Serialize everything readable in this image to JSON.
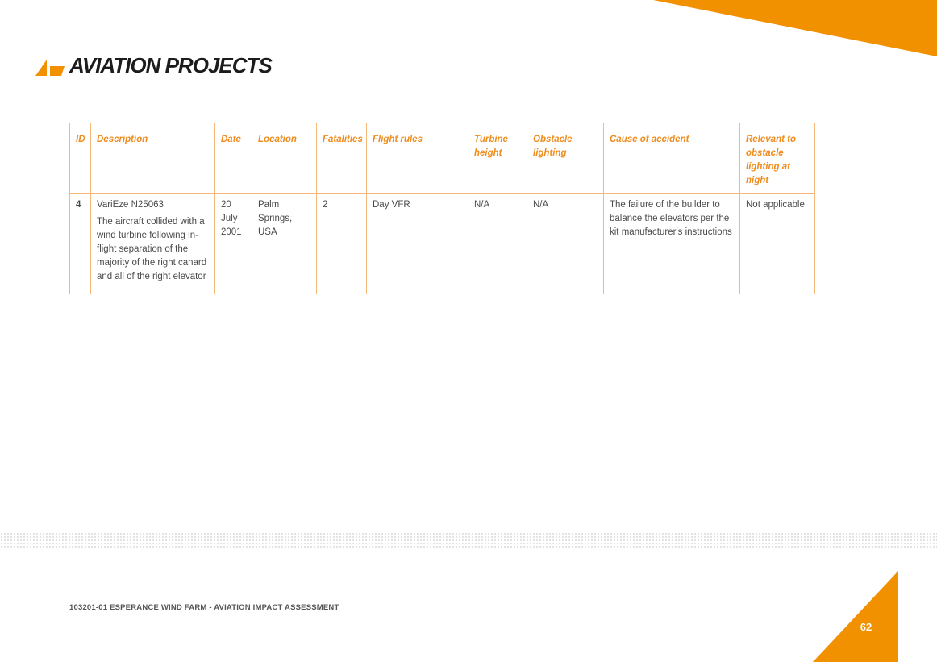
{
  "brand": {
    "name": "AVIATION PROJECTS",
    "accent_color": "#f29100"
  },
  "table": {
    "headers": {
      "id": "ID",
      "description": "Description",
      "date": "Date",
      "location": "Location",
      "fatalities": "Fatalities",
      "flight_rules": "Flight rules",
      "turbine_height": "Turbine height",
      "obstacle_lighting": "Obstacle lighting",
      "cause": "Cause of accident",
      "relevant": "Relevant to obstacle lighting at night"
    },
    "row": {
      "id": "4",
      "description_title": "VariEze N25063",
      "description_body": "The aircraft collided with a wind turbine following in-flight separation of the majority of the right canard and all of the right elevator",
      "date_day": "20",
      "date_month": "July",
      "date_year": "2001",
      "location_line1": "Palm",
      "location_line2": "Springs,",
      "location_line3": "USA",
      "fatalities": "2",
      "flight_rules": "Day VFR",
      "turbine_height": "N/A",
      "obstacle_lighting": "N/A",
      "cause": "The failure of the builder to balance the elevators per the kit manufacturer's instructions",
      "relevant": "Not applicable"
    }
  },
  "footer": {
    "document_title": "103201-01 ESPERANCE WIND FARM - AVIATION IMPACT ASSESSMENT",
    "page_number": "62"
  }
}
